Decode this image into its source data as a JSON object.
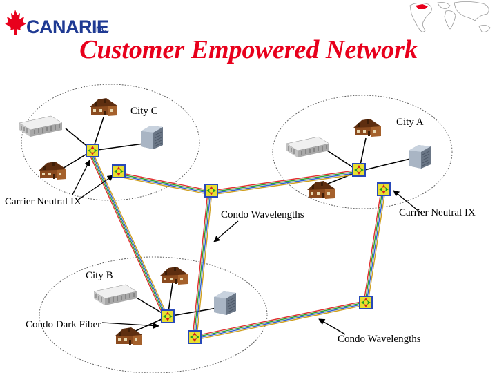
{
  "logo": {
    "name": "CANARIE",
    "suffix": "INC."
  },
  "title": "Customer Empowered Network",
  "labels": {
    "city_c": "City C",
    "city_a": "City A",
    "city_b": "City B",
    "carrier_ix_left": "Carrier Neutral IX",
    "carrier_ix_right": "Carrier Neutral IX",
    "condo_wavelengths_top": "Condo Wavelengths",
    "condo_wavelengths_bottom": "Condo Wavelengths",
    "condo_dark_fiber": "Condo Dark Fiber"
  },
  "colors": {
    "title": "#e8001c",
    "logo_text": "#1f3a93",
    "logo_leaf": "#e8001c",
    "fiber": [
      "#e03030",
      "#30a030",
      "#3060d0",
      "#d0a020"
    ]
  },
  "icons": [
    "maple-leaf-icon",
    "world-map-icon",
    "house-icon",
    "office-building-icon",
    "server-icon",
    "router-icon"
  ]
}
